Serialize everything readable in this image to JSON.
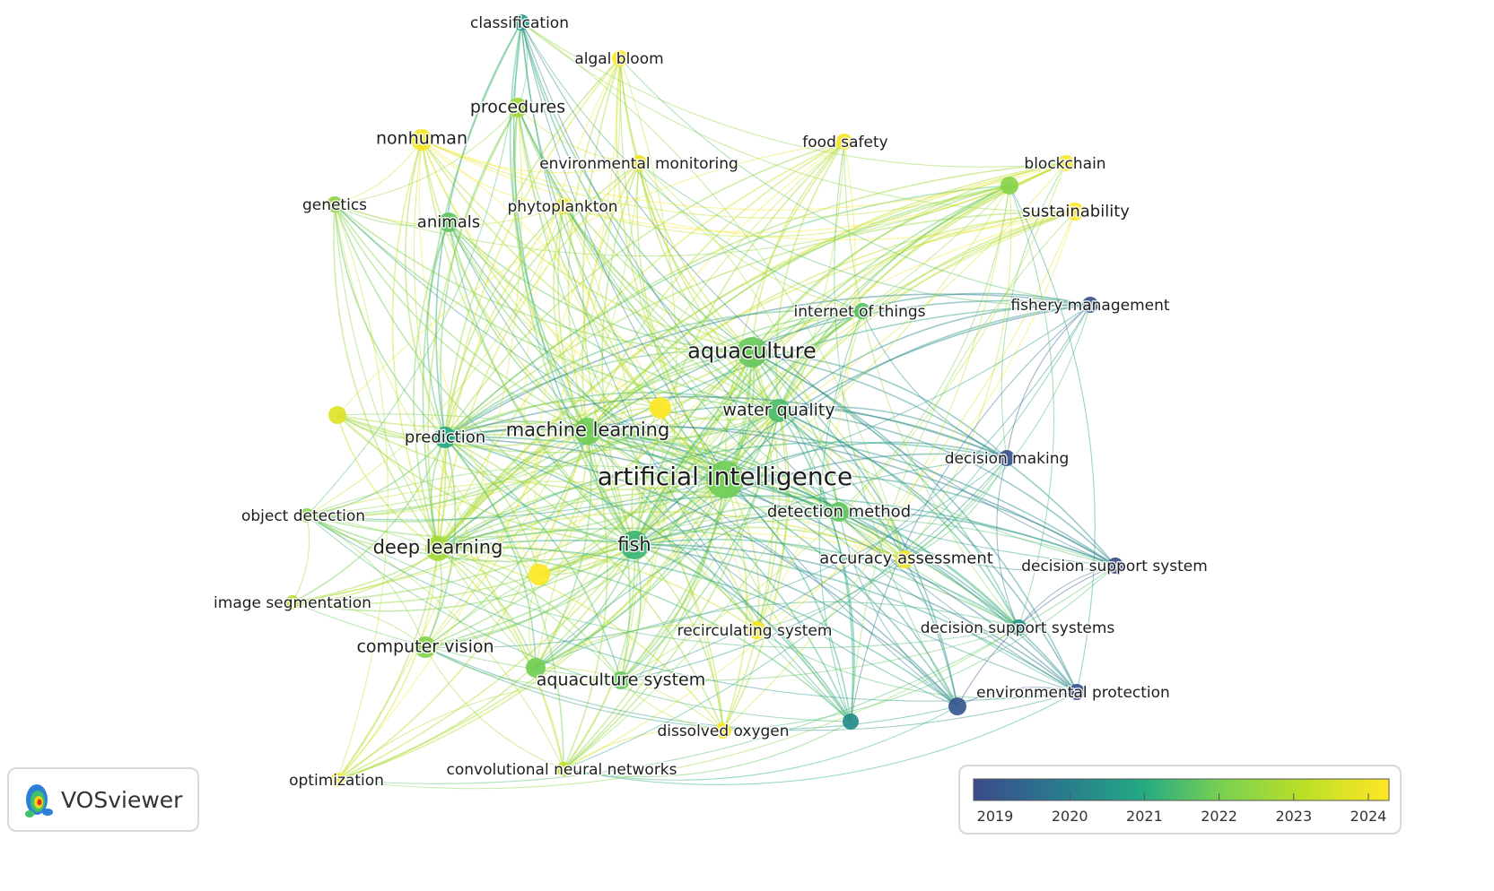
{
  "app": {
    "name": "VOSviewer"
  },
  "legend": {
    "ticks": [
      "2019",
      "2020",
      "2021",
      "2022",
      "2023",
      "2024"
    ],
    "colors": [
      "#3b4a8c",
      "#2a788e",
      "#22a884",
      "#7ad151",
      "#bddf26",
      "#fde725"
    ]
  },
  "nodes": [
    {
      "id": "artificial-intelligence",
      "label": "artificial intelligence",
      "year": 2021.9
    },
    {
      "id": "aquaculture",
      "label": "aquaculture",
      "year": 2021.8
    },
    {
      "id": "machine-learning",
      "label": "machine learning",
      "year": 2021.9
    },
    {
      "id": "water-quality",
      "label": "water quality",
      "year": 2021.5
    },
    {
      "id": "prediction",
      "label": "prediction",
      "year": 2021.0
    },
    {
      "id": "fish",
      "label": "fish",
      "year": 2021.3
    },
    {
      "id": "deep-learning",
      "label": "deep learning",
      "year": 2022.6
    },
    {
      "id": "detection-method",
      "label": "detection method",
      "year": 2021.7
    },
    {
      "id": "accuracy-assessment",
      "label": "accuracy assessment",
      "year": 2023.8
    },
    {
      "id": "computer-vision",
      "label": "computer vision",
      "year": 2022.1
    },
    {
      "id": "aquaculture-system",
      "label": "aquaculture system",
      "year": 2021.8
    },
    {
      "id": "recirculating-system",
      "label": "recirculating system",
      "year": 2023.9
    },
    {
      "id": "dissolved-oxygen",
      "label": "dissolved oxygen",
      "year": 2023.9
    },
    {
      "id": "convolutional-neural-networks",
      "label": "convolutional neural networks",
      "year": 2023.0
    },
    {
      "id": "optimization",
      "label": "optimization",
      "year": 2023.9
    },
    {
      "id": "image-segmentation",
      "label": "image segmentation",
      "year": 2022.9
    },
    {
      "id": "object-detection",
      "label": "object detection",
      "year": 2022.3
    },
    {
      "id": "genetics",
      "label": "genetics",
      "year": 2022.3
    },
    {
      "id": "animals",
      "label": "animals",
      "year": 2021.7
    },
    {
      "id": "nonhuman",
      "label": "nonhuman",
      "year": 2023.9
    },
    {
      "id": "procedures",
      "label": "procedures",
      "year": 2022.6
    },
    {
      "id": "classification",
      "label": "classification",
      "year": 2020.7
    },
    {
      "id": "algal-bloom",
      "label": "algal bloom",
      "year": 2024.0
    },
    {
      "id": "environmental-monitoring",
      "label": "environmental monitoring",
      "year": 2023.7
    },
    {
      "id": "phytoplankton",
      "label": "phytoplankton",
      "year": 2023.8
    },
    {
      "id": "food-safety",
      "label": "food safety",
      "year": 2023.9
    },
    {
      "id": "blockchain",
      "label": "blockchain",
      "year": 2024.0
    },
    {
      "id": "sustainability",
      "label": "sustainability",
      "year": 2024.0
    },
    {
      "id": "fishery-management",
      "label": "fishery management",
      "year": 2019.2
    },
    {
      "id": "internet-of-things",
      "label": "internet of things",
      "year": 2021.6
    },
    {
      "id": "decision-making",
      "label": "decision making",
      "year": 2019.2
    },
    {
      "id": "decision-support-system",
      "label": "decision support system",
      "year": 2019.1
    },
    {
      "id": "decision-support-systems",
      "label": "decision support systems",
      "year": 2020.6
    },
    {
      "id": "environmental-protection",
      "label": "environmental protection",
      "year": 2019.1
    },
    {
      "id": "unlabeled-1",
      "label": "",
      "year": 2024.0
    },
    {
      "id": "unlabeled-2",
      "label": "",
      "year": 2023.5
    },
    {
      "id": "unlabeled-3",
      "label": "",
      "year": 2024.0
    },
    {
      "id": "unlabeled-4",
      "label": "",
      "year": 2021.9
    },
    {
      "id": "unlabeled-5",
      "label": "",
      "year": 2020.4
    },
    {
      "id": "unlabeled-6",
      "label": "",
      "year": 2019.3
    }
  ]
}
